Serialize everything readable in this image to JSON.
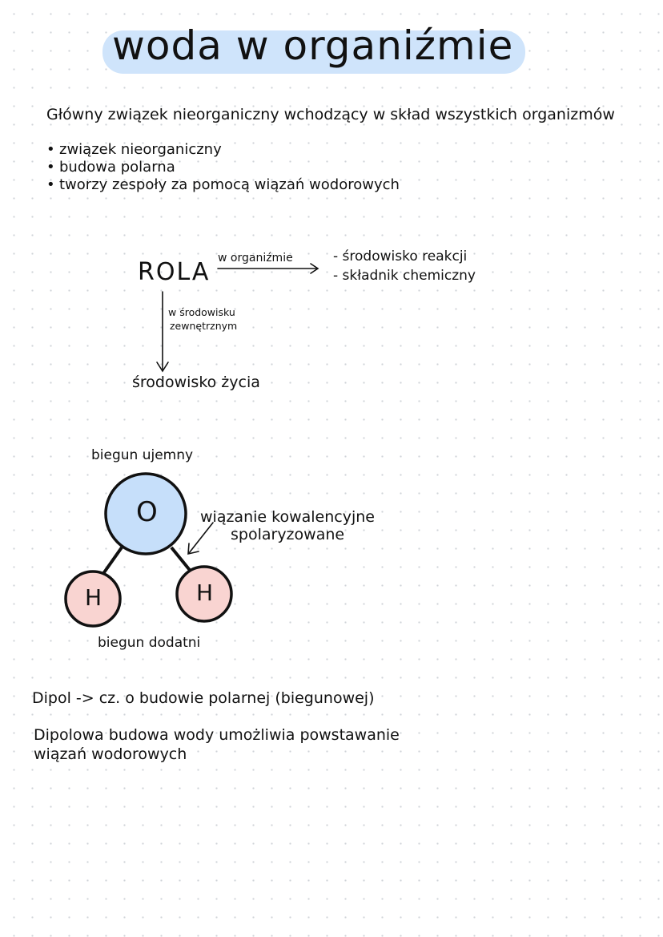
{
  "title": "woda w organiźmie",
  "intro": "Główny związek nieorganiczny wchodzący w skład wszystkich organizmów",
  "bullets": [
    "związek nieorganiczny",
    "budowa polarna",
    "tworzy zespoły za pomocą wiązań wodorowych"
  ],
  "diagram": {
    "rola": "ROLA",
    "right_arrow_label": "w organiźmie",
    "right_items": [
      "- środowisko reakcji",
      "- składnik chemiczny"
    ],
    "down_arrow_label_line1": "w środowisku",
    "down_arrow_label_line2": "zewnętrznym",
    "down_result": "środowisko życia"
  },
  "molecule": {
    "top_label": "biegun ujemny",
    "oxygen": "O",
    "hydrogen_left": "H",
    "hydrogen_right": "H",
    "bond_label_line1": "wiązanie kowalencyjne",
    "bond_label_line2": "spolaryzowane",
    "bottom_label": "biegun dodatni",
    "colors": {
      "oxygen_fill": "#c6dffa",
      "hydrogen_fill": "#f9d4d1",
      "highlight": "#cfe4fb"
    }
  },
  "notes": {
    "dipol": "Dipol -> cz. o budowie polarnej (biegunowej)",
    "dipolowa_line1": "Dipolowa budowa wody umożliwia powstawanie",
    "dipolowa_line2": "wiązań wodorowych"
  }
}
